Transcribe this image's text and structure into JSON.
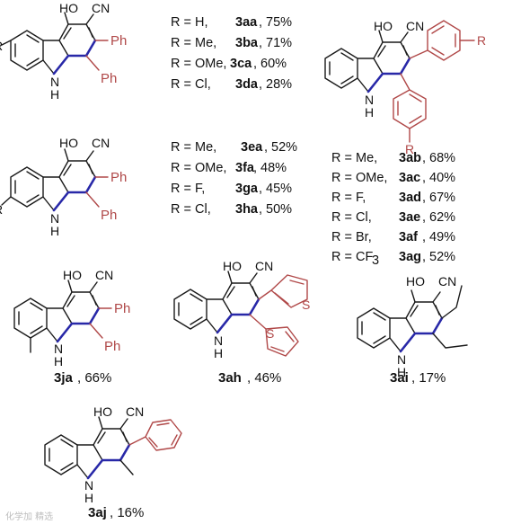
{
  "atoms": {
    "hydroxy": "HO",
    "cyano": "CN",
    "amine": "N",
    "hydrogen": "H",
    "phenyl": "Ph",
    "rgroup": "R",
    "sulfur": "S"
  },
  "table1": {
    "rows": [
      {
        "r": "R = H,",
        "id": "3aa",
        "yield": ", 75%"
      },
      {
        "r": "R = Me,",
        "id": "3ba",
        "yield": ", 71%"
      },
      {
        "r": "R = OMe,",
        "id": "3ca",
        "yield": ", 60%"
      },
      {
        "r": "R = Cl,",
        "id": "3da",
        "yield": ", 28%"
      }
    ]
  },
  "table2": {
    "rows": [
      {
        "r": "R = Me,",
        "id": "3ea",
        "yield": ", 52%"
      },
      {
        "r": "R = OMe,",
        "id": "3fa",
        "yield": ", 48%"
      },
      {
        "r": "R = F,",
        "id": "3ga",
        "yield": ", 45%"
      },
      {
        "r": "R = Cl,",
        "id": "3ha",
        "yield": ", 50%"
      }
    ]
  },
  "table3": {
    "rows": [
      {
        "r": "R = Me,",
        "id": "3ab",
        "yield": ", 68%"
      },
      {
        "r": "R = OMe,",
        "id": "3ac",
        "yield": ", 40%"
      },
      {
        "r": "R = F,",
        "id": "3ad",
        "yield": ", 67%"
      },
      {
        "r": "R = Cl,",
        "id": "3ae",
        "yield": ", 62%"
      },
      {
        "r": "R = Br,",
        "id": "3af",
        "yield": ", 49%"
      },
      {
        "r": "R = CF",
        "sub": "3",
        "id": "3ag",
        "yield": ", 52%"
      }
    ]
  },
  "captions": {
    "ja": {
      "id": "3ja",
      "yield": ", 66%"
    },
    "ah": {
      "id": "3ah",
      "yield": ", 46%"
    },
    "ai": {
      "id": "3ai",
      "yield": ", 17%"
    },
    "aj": {
      "id": "3aj",
      "yield": ", 16%"
    }
  },
  "watermark": "化学加 精选",
  "colors": {
    "bond": "#1a1a1a",
    "highlight_bond": "#2828a8",
    "substituent": "#b04848"
  }
}
